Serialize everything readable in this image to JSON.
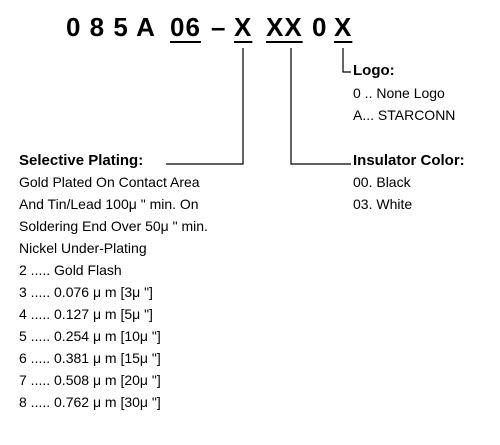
{
  "part_number": {
    "seg_1": "0 8 5 A",
    "seg_2": "06",
    "seg_3": "–",
    "seg_4": "X",
    "seg_5": "XX",
    "seg_6": "0",
    "seg_7": "X"
  },
  "logo": {
    "title": "Logo:",
    "options": [
      "0 .. None Logo",
      "A... STARCONN"
    ]
  },
  "insulator_color": {
    "title": "Insulator Color:",
    "options": [
      "00. Black",
      "03. White"
    ]
  },
  "selective_plating": {
    "title": "Selective Plating:",
    "description": [
      "Gold Plated On Contact Area",
      "And Tin/Lead 100μ \" min. On",
      "Soldering End Over 50μ \" min.",
      "Nickel Under-Plating"
    ],
    "options": [
      "2 ..... Gold Flash",
      "3 ..... 0.076 μ m [3μ \"]",
      "4 ..... 0.127 μ m [5μ \"]",
      "5 ..... 0.254 μ m [10μ \"]",
      "6 ..... 0.381 μ m [15μ \"]",
      "7 ..... 0.508 μ m [20μ \"]",
      "8 ..... 0.762 μ m [30μ \"]"
    ]
  }
}
